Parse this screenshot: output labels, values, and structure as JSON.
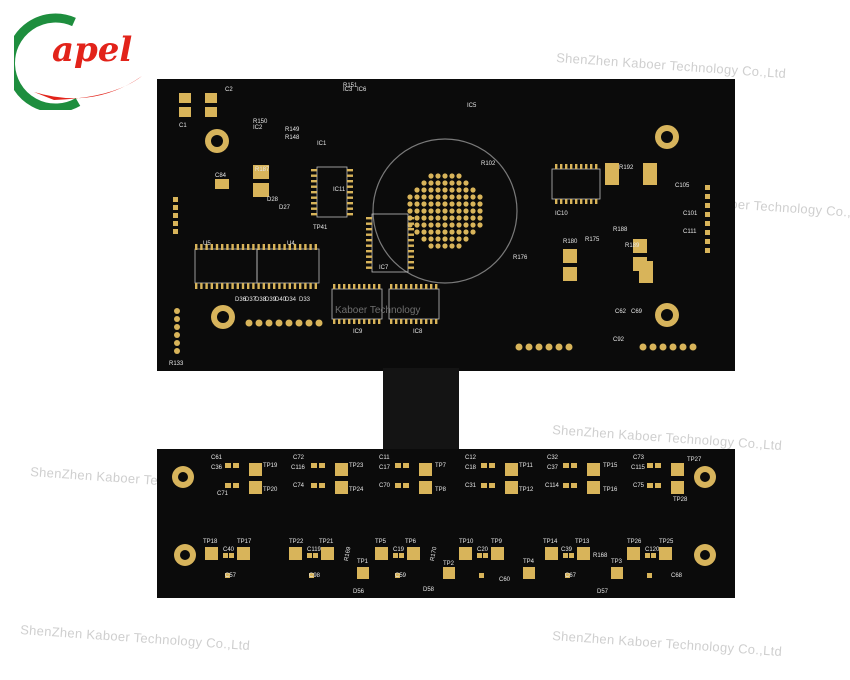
{
  "logo": {
    "text": "apel",
    "colors": {
      "red": "#e2231a",
      "green": "#1e8e3e"
    }
  },
  "watermark": "ShenZhen Kaboer Technology Co.,Ltd",
  "board_watermark": "Kaboer Technology",
  "top_board": {
    "labels": [
      "C2",
      "C1",
      "IC2",
      "IC1",
      "IC3",
      "IC5",
      "IC6",
      "IC7",
      "IC8",
      "IC9",
      "IC10",
      "IC11",
      "U5",
      "U4",
      "R187",
      "R192",
      "R180",
      "R175",
      "R176",
      "R188",
      "R189",
      "R102",
      "C84",
      "C105",
      "C101",
      "C111",
      "C62",
      "C69",
      "C92",
      "D28",
      "D27",
      "TP41",
      "D36",
      "D37",
      "D38",
      "D39",
      "D40",
      "D34",
      "D33",
      "R151",
      "R150",
      "R149",
      "R148",
      "R133"
    ]
  },
  "bottom_board": {
    "row1": [
      "TP19",
      "TP20",
      "TP23",
      "TP24",
      "TP7",
      "TP8",
      "TP11",
      "TP12",
      "TP15",
      "TP16",
      "TP27",
      "TP28"
    ],
    "row1_caps": [
      "C61",
      "C36",
      "C71",
      "C72",
      "C116",
      "C74",
      "C11",
      "C17",
      "C70",
      "C12",
      "C18",
      "C31",
      "C32",
      "C37",
      "C114",
      "C73",
      "C115",
      "C75"
    ],
    "row2": [
      "TP18",
      "TP17",
      "TP22",
      "TP21",
      "TP5",
      "TP6",
      "TP10",
      "TP9",
      "TP14",
      "TP13",
      "TP26",
      "TP25"
    ],
    "row2_small": [
      "TP1",
      "TP2",
      "TP4",
      "TP3"
    ],
    "row2_caps": [
      "C40",
      "C57",
      "C119",
      "C98",
      "C19",
      "C59",
      "C20",
      "C60",
      "C39",
      "C67",
      "C120",
      "C68"
    ],
    "diodes": [
      "D56",
      "D58",
      "D57"
    ],
    "resistors": [
      "R169",
      "R170",
      "R168"
    ]
  }
}
